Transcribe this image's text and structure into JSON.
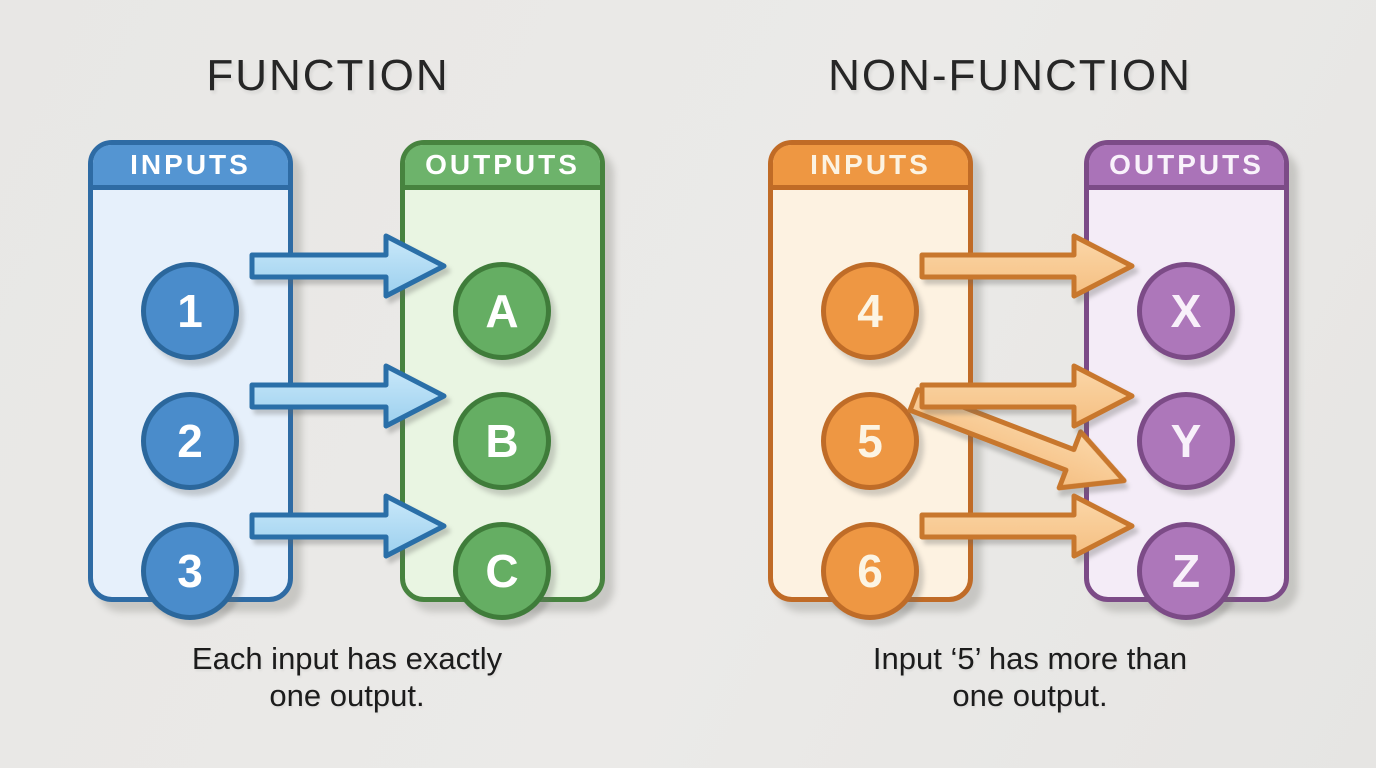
{
  "left": {
    "title": "FUNCTION",
    "inputs": {
      "header": "INPUTS",
      "items": [
        "1",
        "2",
        "3"
      ]
    },
    "outputs": {
      "header": "OUTPUTS",
      "items": [
        "A",
        "B",
        "C"
      ]
    },
    "mappings": [
      {
        "from": "1",
        "to": "A"
      },
      {
        "from": "2",
        "to": "B"
      },
      {
        "from": "3",
        "to": "C"
      }
    ],
    "caption": {
      "line1": "Each input has exactly",
      "line2": "one output."
    },
    "colors": {
      "input_header": "#5495d2",
      "input_border": "#2e6ba4",
      "input_body": "#e6f0fb",
      "input_node": "#4a8ccb",
      "output_header": "#6db36b",
      "output_border": "#47833f",
      "output_body": "#e9f5e2",
      "output_node": "#65ae63",
      "arrow_fill": "#b0daf4",
      "arrow_stroke": "#2a6fa8"
    }
  },
  "right": {
    "title": "NON-FUNCTION",
    "inputs": {
      "header": "INPUTS",
      "items": [
        "4",
        "5",
        "6"
      ]
    },
    "outputs": {
      "header": "OUTPUTS",
      "items": [
        "X",
        "Y",
        "Z"
      ]
    },
    "mappings": [
      {
        "from": "4",
        "to": "X"
      },
      {
        "from": "5",
        "to": "Y"
      },
      {
        "from": "5",
        "to": "Z"
      },
      {
        "from": "6",
        "to": "Z"
      }
    ],
    "caption": {
      "line1": "Input ‘5’ has more than",
      "line2": "one output."
    },
    "colors": {
      "input_header": "#ee9742",
      "input_border": "#c06b26",
      "input_body": "#fdf2e1",
      "input_node": "#ee9743",
      "output_header": "#aa73b8",
      "output_border": "#7c4b87",
      "output_body": "#f4ecf7",
      "output_node": "#ad77ba",
      "arrow_fill": "#f9cb96",
      "arrow_stroke": "#c8772d"
    }
  },
  "background": "#e9e8e6"
}
